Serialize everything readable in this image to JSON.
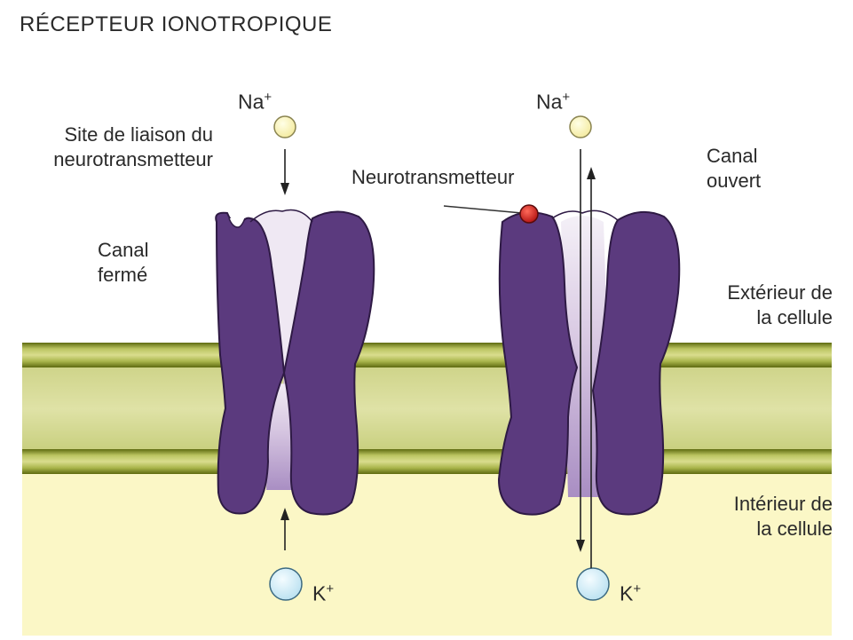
{
  "title": "RÉCEPTEUR IONOTROPIQUE",
  "labels": {
    "site_line1": "Site de liaison du",
    "site_line2": "neurotransmetteur",
    "closed_line1": "Canal",
    "closed_line2": "fermé",
    "neurotransmitter": "Neurotransmetteur",
    "open_line1": "Canal",
    "open_line2": "ouvert",
    "outside_line1": "Extérieur de",
    "outside_line2": "la cellule",
    "inside_line1": "Intérieur de",
    "inside_line2": "la cellule"
  },
  "ions": {
    "sodium": "Na",
    "potassium": "K",
    "charge": "+"
  },
  "colors": {
    "protein": "#5b3a7e",
    "pore": "#e6dcec",
    "membrane": "#9aa53a",
    "inside": "#fbf7c4",
    "sodium": "#fbf3b4",
    "potassium": "#d5eef7",
    "neurotransmitter": "#cc2222"
  }
}
